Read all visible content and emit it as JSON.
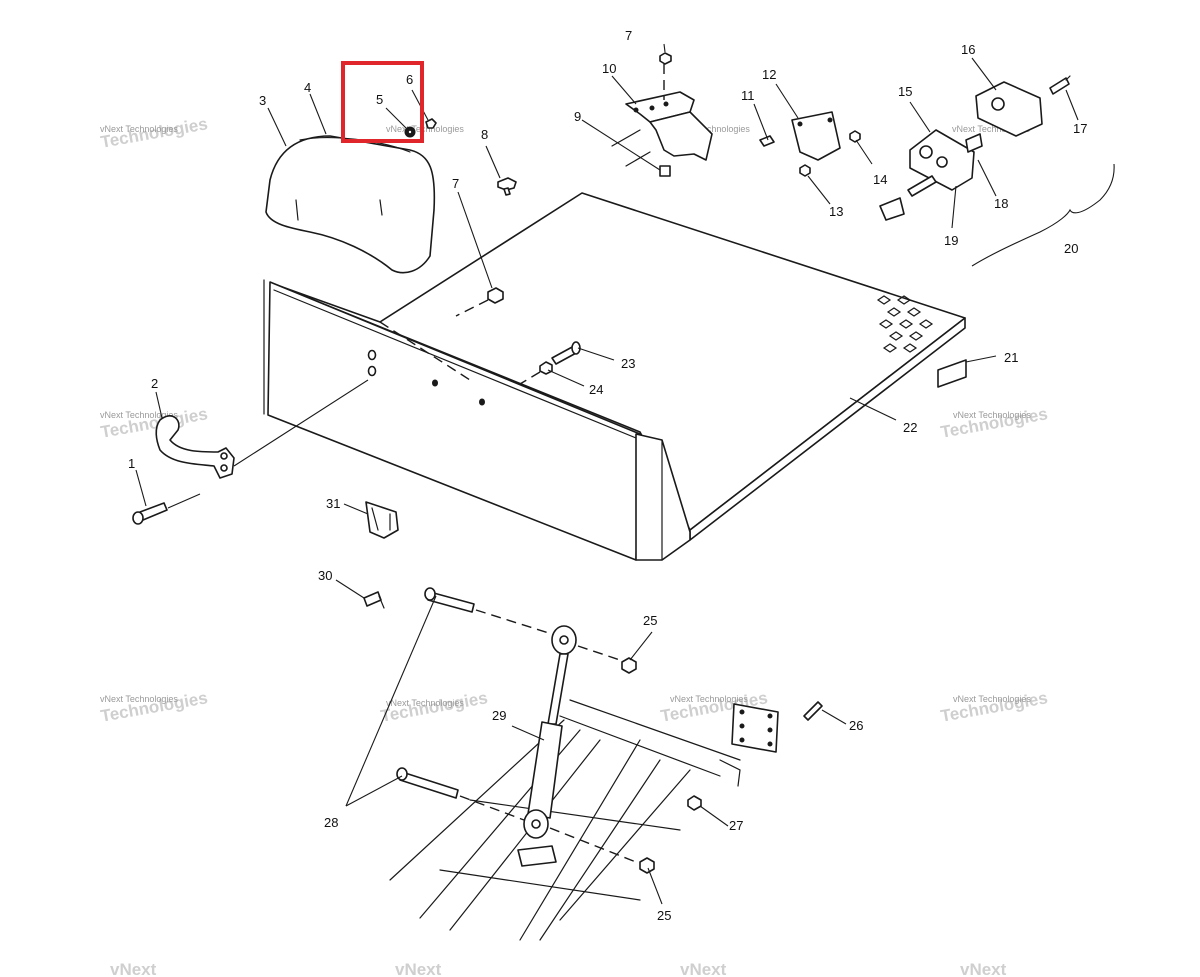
{
  "watermark": {
    "brand": "vNext",
    "line": "vNext Technologies",
    "big": "Technologies"
  },
  "highlight": {
    "color": "#e0262a",
    "parts": [
      "5",
      "6"
    ]
  },
  "callouts": [
    "1",
    "2",
    "3",
    "4",
    "5",
    "6",
    "7",
    "7",
    "8",
    "9",
    "10",
    "11",
    "12",
    "13",
    "14",
    "15",
    "16",
    "17",
    "18",
    "19",
    "20",
    "21",
    "22",
    "23",
    "24",
    "25",
    "25",
    "26",
    "27",
    "28",
    "29",
    "30",
    "31"
  ]
}
